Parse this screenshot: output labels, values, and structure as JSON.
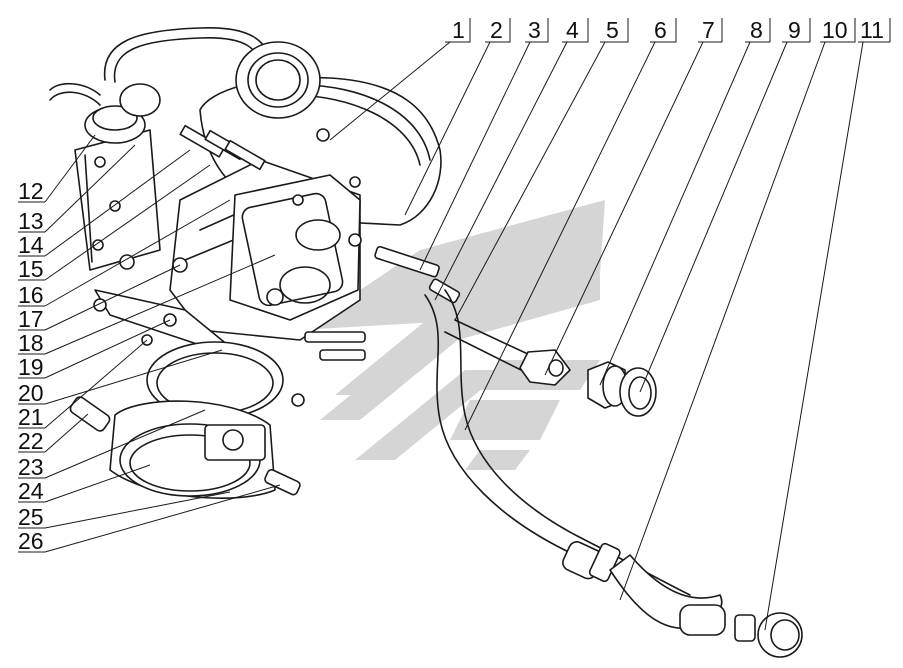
{
  "callouts_top": [
    "1",
    "2",
    "3",
    "4",
    "5",
    "6",
    "7",
    "8",
    "9",
    "10",
    "11"
  ],
  "callouts_left": [
    "12",
    "13",
    "14",
    "15",
    "16",
    "17",
    "18",
    "19",
    "20",
    "21",
    "22",
    "23",
    "24",
    "25",
    "26"
  ],
  "colors": {
    "ink": "#1a1a1a",
    "watermark": "#d5d5d5",
    "background": "#ffffff"
  }
}
